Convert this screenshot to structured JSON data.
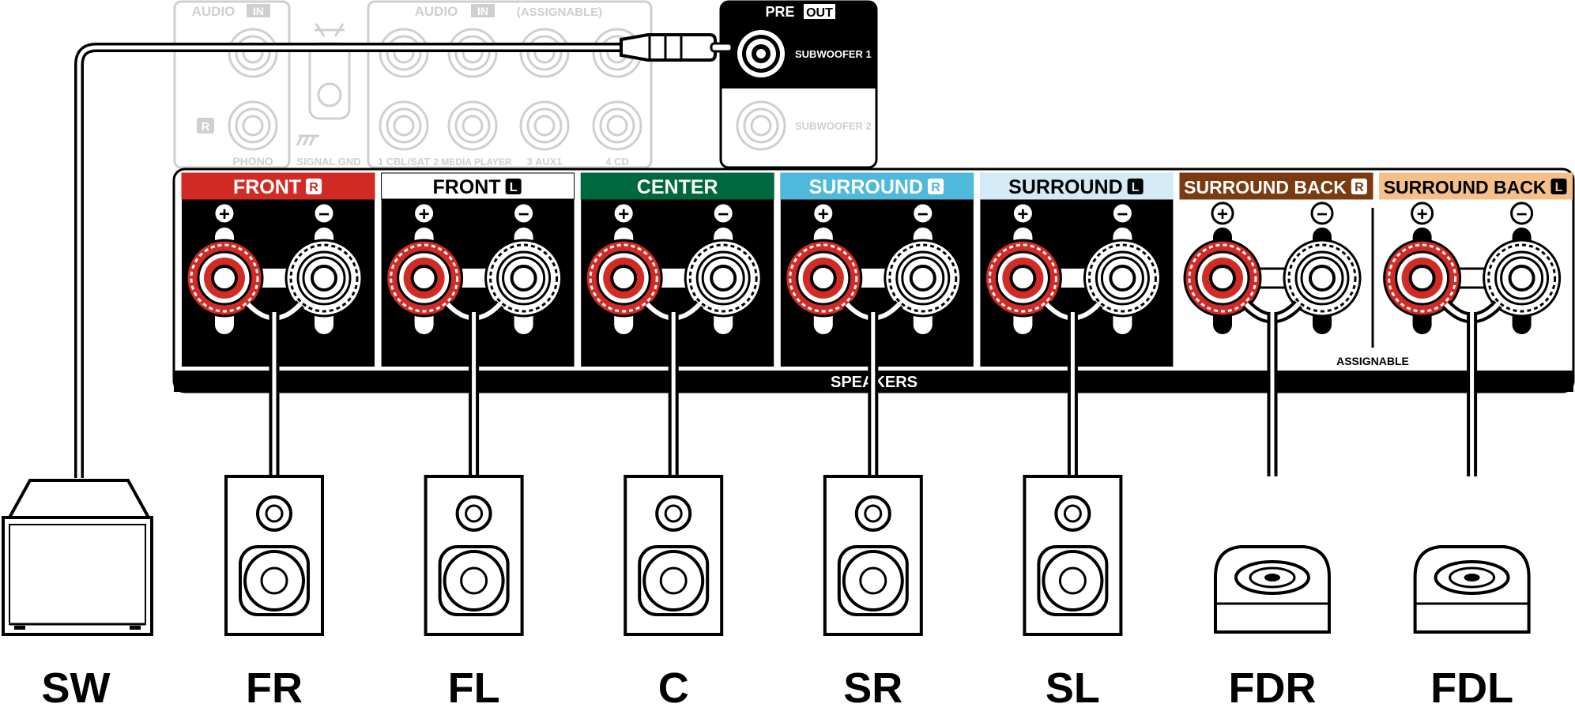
{
  "audio_in": {
    "group1_title": "AUDIO",
    "group1_badge": "IN",
    "group2_title": "AUDIO",
    "group2_badge": "IN",
    "group2_note": "(ASSIGNABLE)",
    "r_mark": "R",
    "jacks": [
      "PHONO",
      "SIGNAL GND",
      "1 CBL/SAT",
      "2 MEDIA PLAYER",
      "3 AUX1",
      "4 CD"
    ]
  },
  "pre_out": {
    "title": "PRE",
    "badge": "OUT",
    "jack1": "SUBWOOFER 1",
    "jack2": "SUBWOOFER 2"
  },
  "speaker_panel": {
    "title": "SPEAKERS",
    "assignable": "ASSIGNABLE",
    "plus_symbol": "+",
    "minus_symbol": "−",
    "channels": [
      {
        "label": "FRONT",
        "side": "R",
        "color": "#d22b25",
        "text_color": "#ffffff"
      },
      {
        "label": "FRONT",
        "side": "L",
        "color": "#ffffff",
        "text_color": "#000000"
      },
      {
        "label": "CENTER",
        "side": "",
        "color": "#00683f",
        "text_color": "#ffffff"
      },
      {
        "label": "SURROUND",
        "side": "R",
        "color": "#4fb9dc",
        "text_color": "#ffffff"
      },
      {
        "label": "SURROUND",
        "side": "L",
        "color": "#d4ebf6",
        "text_color": "#000000"
      },
      {
        "label": "SURROUND BACK",
        "side": "R",
        "color": "#7b3a10",
        "text_color": "#ffffff"
      },
      {
        "label": "SURROUND BACK",
        "side": "L",
        "color": "#f4c088",
        "text_color": "#000000"
      }
    ]
  },
  "speakers": [
    {
      "name": "SW",
      "kind": "subwoofer"
    },
    {
      "name": "FR",
      "kind": "bookshelf"
    },
    {
      "name": "FL",
      "kind": "bookshelf"
    },
    {
      "name": "C",
      "kind": "bookshelf"
    },
    {
      "name": "SR",
      "kind": "bookshelf"
    },
    {
      "name": "SL",
      "kind": "bookshelf"
    },
    {
      "name": "FDR",
      "kind": "height"
    },
    {
      "name": "FDL",
      "kind": "height"
    }
  ],
  "colors": {
    "terminal_red": "#d22b25",
    "faded": "#cfcfcf",
    "ink": "#000000"
  }
}
